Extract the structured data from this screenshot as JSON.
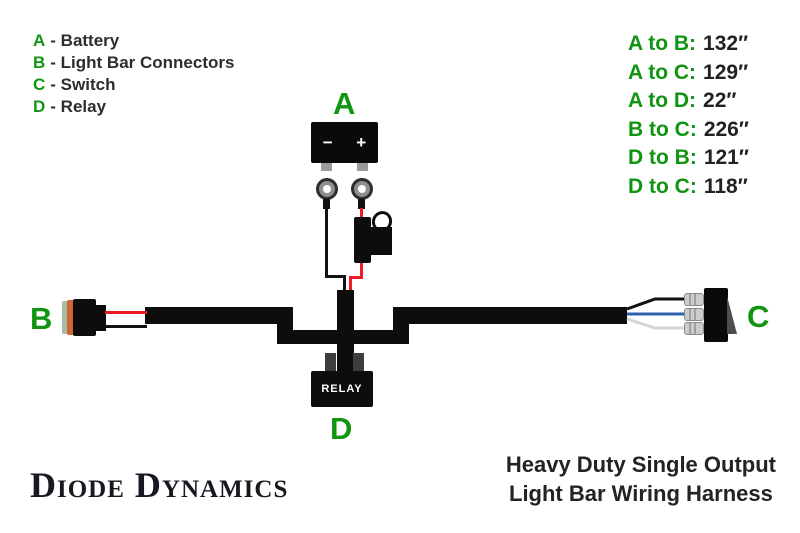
{
  "legend": {
    "items": [
      {
        "letter": "A",
        "label": "- Battery"
      },
      {
        "letter": "B",
        "label": "- Light Bar Connectors"
      },
      {
        "letter": "C",
        "label": "- Switch"
      },
      {
        "letter": "D",
        "label": "- Relay"
      }
    ]
  },
  "measurements": {
    "items": [
      {
        "label": "A to B:",
        "value": "132″"
      },
      {
        "label": "A to C:",
        "value": "129″"
      },
      {
        "label": "A to D:",
        "value": "22″"
      },
      {
        "label": "B to C:",
        "value": "226″"
      },
      {
        "label": "D to B:",
        "value": "121″"
      },
      {
        "label": "D to C:",
        "value": "118″"
      }
    ]
  },
  "component_labels": {
    "battery": "A",
    "light_bar_connector": "B",
    "switch": "C",
    "relay": "D"
  },
  "battery": {
    "minus": "−",
    "plus": "+"
  },
  "relay_box": {
    "text": "RELAY"
  },
  "footer": {
    "brand": "Diode Dynamics",
    "title_line1": "Heavy Duty Single Output",
    "title_line2": "Light Bar Wiring Harness"
  },
  "colors": {
    "accent_green": "#119411",
    "wire_red": "#ed1c24",
    "wire_blue": "#2e62ae",
    "wire_white": "#d6d6d6",
    "harness_black": "#0d0d0d",
    "connector_orange": "#cf6436",
    "connector_seal_green": "#a3bfa3"
  }
}
